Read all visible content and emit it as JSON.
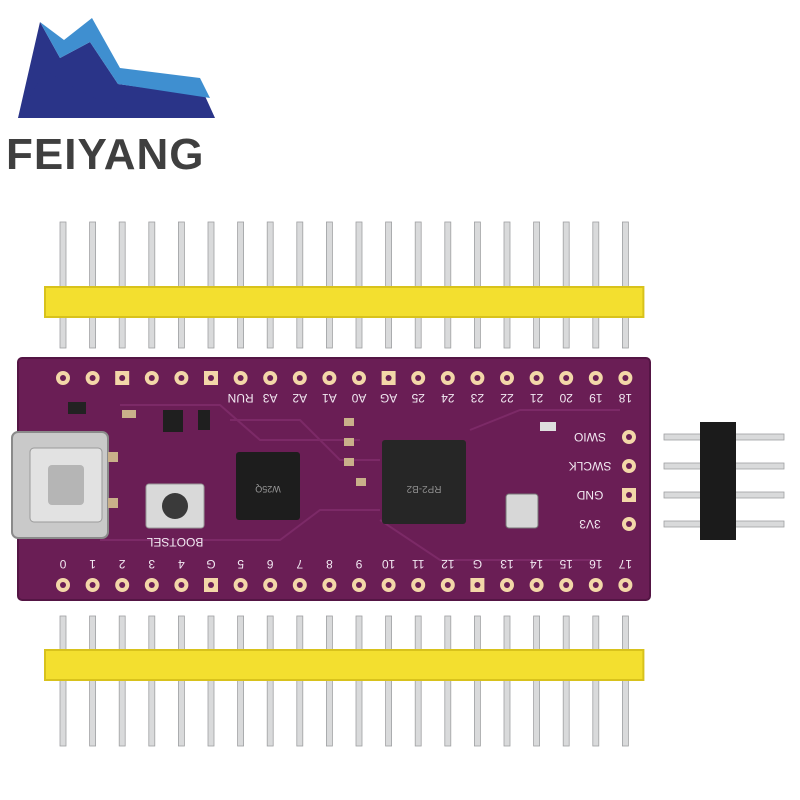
{
  "brand": {
    "name": "FEIYANG"
  },
  "board": {
    "top_labels": [
      "RUN",
      "A3",
      "A2",
      "A1",
      "A0",
      "AG",
      "25",
      "24",
      "23",
      "22",
      "21",
      "20",
      "19",
      "18"
    ],
    "bottom_labels": [
      "0",
      "1",
      "2",
      "3",
      "4",
      "G",
      "5",
      "6",
      "7",
      "8",
      "9",
      "10",
      "11",
      "12",
      "G",
      "13",
      "14",
      "15",
      "16",
      "17"
    ],
    "side_labels": [
      "SWIO",
      "SWCLK",
      "GND",
      "3V3"
    ],
    "button_label": "BOOTSEL",
    "chip_text": "RP2-B2",
    "flash_text": "W25Q"
  },
  "colors": {
    "pcb": "#6a1e55",
    "pcb_edge": "#541544",
    "header_plastic": "#f3df2f",
    "header_plastic_shade": "#d8c21c",
    "pin_metal": "#d9dadb",
    "logo_dark": "#2a3488",
    "logo_light": "#3f8fd0"
  }
}
